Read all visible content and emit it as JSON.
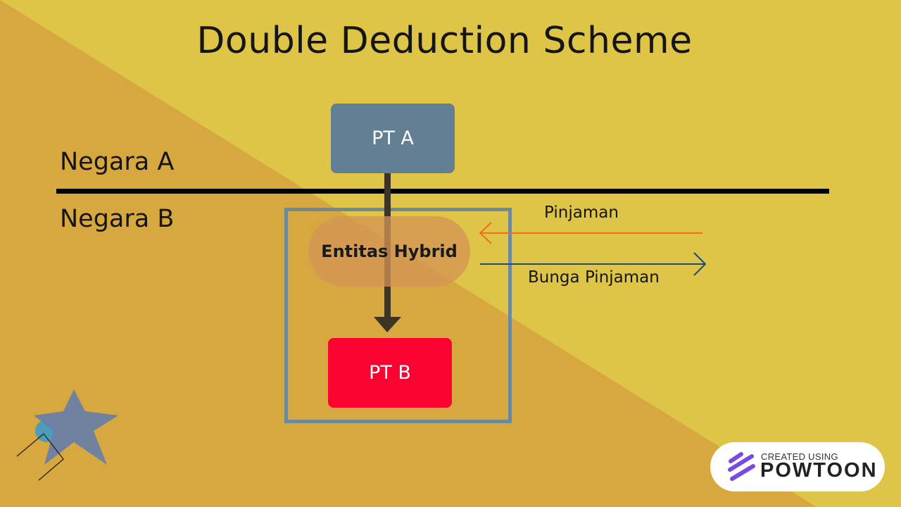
{
  "title": "Double Deduction Scheme",
  "countries": {
    "a": "Negara A",
    "b": "Negara B"
  },
  "entities": {
    "pt_a": "PT A",
    "pt_b": "PT B",
    "hybrid": "Entitas Hybrid"
  },
  "flows": {
    "loan": "Pinjaman",
    "interest": "Bunga Pinjaman"
  },
  "badge": {
    "line1": "CREATED USING",
    "line2": "POWTOON"
  },
  "colors": {
    "background_light": "#dec447",
    "background_dark": "#d7a740",
    "pt_a": "#637f94",
    "pt_b": "#fb0330",
    "frame": "#6d8a9a",
    "loan_arrow": "#f0701a",
    "interest_arrow": "#1f4b74",
    "ownership_arrow": "#3d3524"
  },
  "icons": [
    "star-icon",
    "powtoon-logo-icon"
  ]
}
